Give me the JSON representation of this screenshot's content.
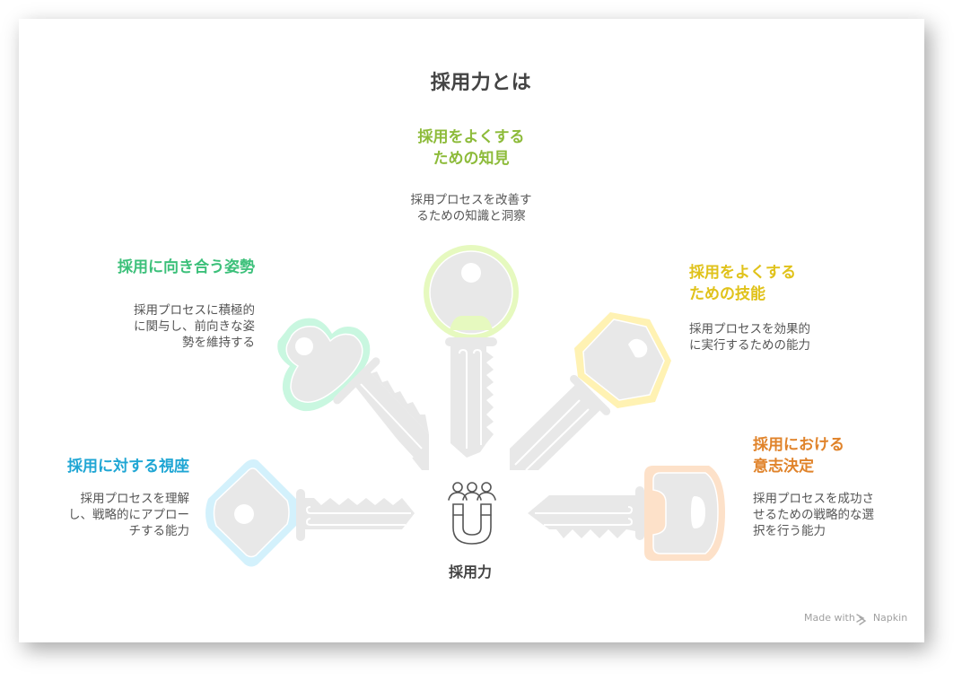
{
  "title": "採用力とは",
  "hub": {
    "label": "採用力",
    "icon": "people-magnet-icon"
  },
  "colors": {
    "key_body": "#e8e8e8",
    "text_body": "#555555",
    "title": "#444444"
  },
  "items": [
    {
      "id": "knowledge",
      "title_lines": [
        "採用をよくする",
        "ための知見"
      ],
      "description_lines": [
        "採用プロセスを改善す",
        "るための知識と洞察"
      ],
      "color": "#8dbb3a",
      "ring_color": "#e6f9bf",
      "position": "top"
    },
    {
      "id": "attitude",
      "title_lines": [
        "採用に向き合う姿勢"
      ],
      "description_lines": [
        "採用プロセスに積極的",
        "に関与し、前向きな姿",
        "勢を維持する"
      ],
      "color": "#3cc07a",
      "ring_color": "#c9f7e0",
      "position": "upper-left"
    },
    {
      "id": "skill",
      "title_lines": [
        "採用をよくする",
        "ための技能"
      ],
      "description_lines": [
        "採用プロセスを効果的",
        "に実行するための能力"
      ],
      "color": "#e0c21a",
      "ring_color": "#fff2b3",
      "position": "upper-right"
    },
    {
      "id": "perspective",
      "title_lines": [
        "採用に対する視座"
      ],
      "description_lines": [
        "採用プロセスを理解",
        "し、戦略的にアプロー",
        "チする能力"
      ],
      "color": "#1fa6d4",
      "ring_color": "#d3f1fc",
      "position": "lower-left"
    },
    {
      "id": "decision",
      "title_lines": [
        "採用における",
        "意志決定"
      ],
      "description_lines": [
        "採用プロセスを成功さ",
        "せるための戦略的な選",
        "択を行う能力"
      ],
      "color": "#e0832a",
      "ring_color": "#fde1c9",
      "position": "lower-right"
    }
  ],
  "footer": {
    "made_with": "Made with",
    "brand": "Napkin",
    "icon": "napkin-logo-icon"
  }
}
